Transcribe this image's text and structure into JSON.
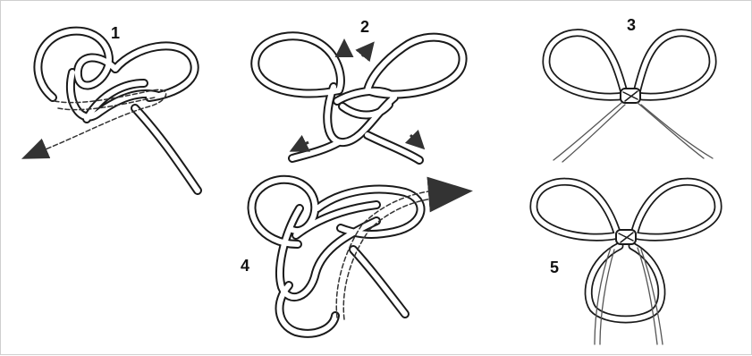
{
  "steps": [
    {
      "label": "1"
    },
    {
      "label": "2"
    },
    {
      "label": "3"
    },
    {
      "label": "4"
    },
    {
      "label": "5"
    }
  ],
  "colors": {
    "rope_outline": "#1a1a1a",
    "rope_fill": "#ffffff",
    "arrow": "#333333",
    "frame": "#cfcfcf"
  },
  "icons": {
    "direction_arrow": "arrow-icon"
  }
}
